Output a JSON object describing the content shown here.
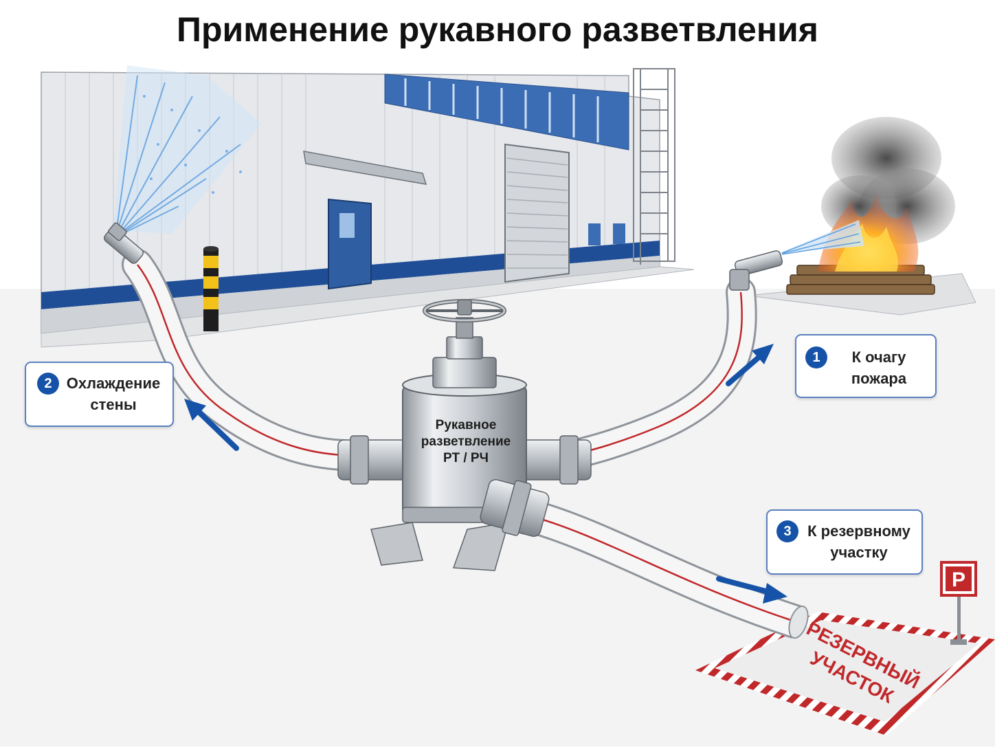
{
  "title": "Применение рукавного разветвления",
  "branch": {
    "label_line1": "Рукавное",
    "label_line2": "разветвление",
    "label_line3": "РТ / РЧ"
  },
  "callouts": [
    {
      "number": "1",
      "line1": "К очагу",
      "line2": "пожара"
    },
    {
      "number": "2",
      "line1": "Охлаждение",
      "line2": "стены"
    },
    {
      "number": "3",
      "line1": "К резервному",
      "line2": "участку"
    }
  ],
  "reserve_zone": {
    "line1": "РЕЗЕРВНЫЙ",
    "line2": "УЧАСТОК"
  },
  "parking_sign": "P",
  "colors": {
    "arrow_blue": "#1653a8",
    "hose_stripe": "#c0282a",
    "building_stripe": "#1f4e96",
    "reserve_text": "#c0282a"
  }
}
